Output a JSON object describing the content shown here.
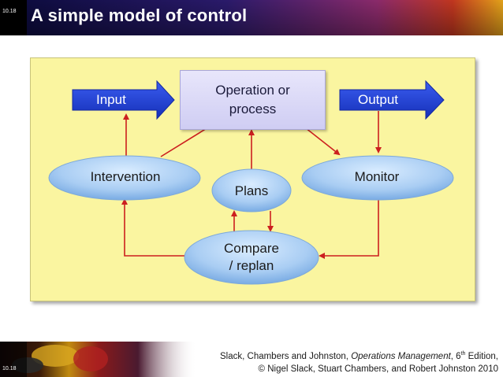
{
  "slide": {
    "number_top": "10.18",
    "number_bottom": "10.18",
    "title": "A simple model of control"
  },
  "diagram": {
    "operation_line1": "Operation or",
    "operation_line2": "process",
    "input": "Input",
    "output": "Output",
    "intervention": "Intervention",
    "monitor": "Monitor",
    "plans": "Plans",
    "compare_line1": "Compare",
    "compare_line2": "/ replan"
  },
  "citation": {
    "authors": "Slack, Chambers and Johnston,",
    "book": "Operations Management",
    "edition_num": ", 6",
    "edition_sup": "th",
    "edition_word": " Edition,",
    "copyright": "© Nigel Slack, Stuart Chambers, and Robert Johnston 2010"
  },
  "colors": {
    "panel": "#faf5a0",
    "arrow_blue": "#1f3fd6",
    "connector_red": "#cc1f1f",
    "ellipse_blue": "#9cc4ef"
  }
}
